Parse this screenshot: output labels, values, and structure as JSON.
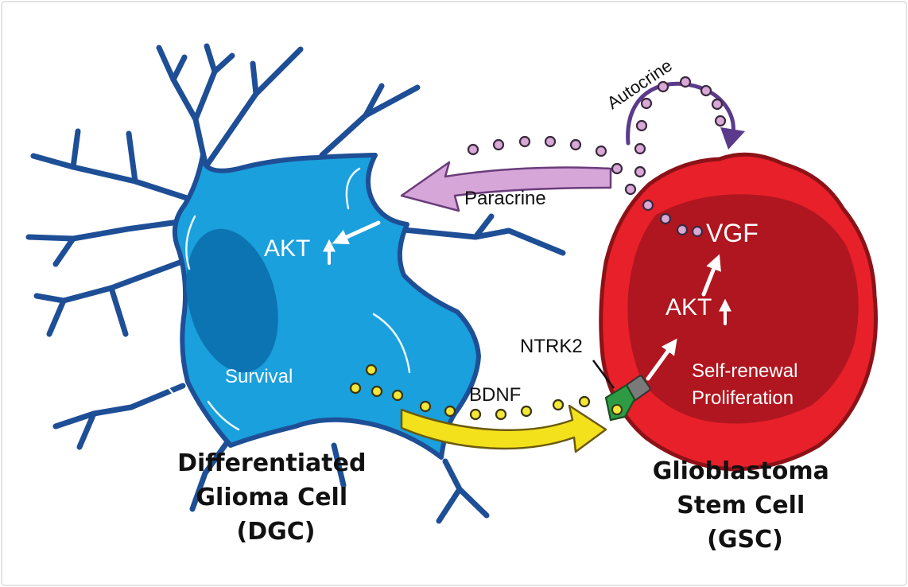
{
  "labels": {
    "autocrine": "Autocrine",
    "paracrine": "Paracrine",
    "vgf": "VGF",
    "akt_dgc": "AKT",
    "akt_gsc": "AKT",
    "ntrk2": "NTRK2",
    "bdnf": "BDNF",
    "survival": "Survival",
    "self_renewal": "Self-renewal",
    "proliferation": "Proliferation"
  },
  "dgc_name": [
    "Differentiated",
    "Glioma Cell",
    "(DGC)"
  ],
  "gsc_name": [
    "Glioblastoma",
    "Stem Cell",
    "(GSC)"
  ],
  "colors": {
    "dgc_fill": "#1aa0dc",
    "dgc_outline": "#1e4f96",
    "dgc_nucleus": "#0d74b4",
    "gsc_outer": "#e8202a",
    "gsc_inner": "#b0161f",
    "autocrine_arrow": "#5b3a8c",
    "paracrine_arrow": "#d7a6d9",
    "bdnf_arrow": "#f3e11c",
    "vgf_dot": "#d9a8d6",
    "bdnf_dot": "#f3e838",
    "receptor": "#2e9b44"
  }
}
